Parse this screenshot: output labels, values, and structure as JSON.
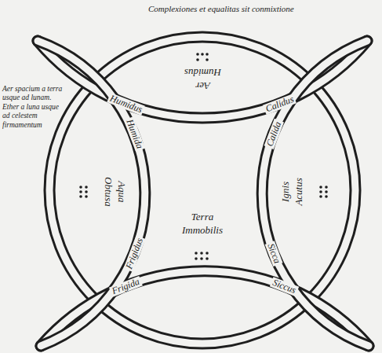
{
  "diagram": {
    "title": "Complexiones et equalitas sit conmixtione",
    "nodes": [
      {
        "text": [
          "Aer",
          "Humidus"
        ]
      },
      {
        "text": [
          "Ignis",
          "Acutus"
        ]
      },
      {
        "text": [
          "Aqua",
          "Obtusa"
        ]
      },
      {
        "text": [
          "Terra",
          "Immobilis"
        ]
      }
    ],
    "labels": [
      "Aer spacium a terra usque ad lunam. Ether a luna usque ad celestem firmamentum",
      "Humidus",
      "Calidus",
      "Humida",
      "Calida",
      "Frigidus",
      "Sicca",
      "Frigida",
      "Siccus"
    ]
  }
}
